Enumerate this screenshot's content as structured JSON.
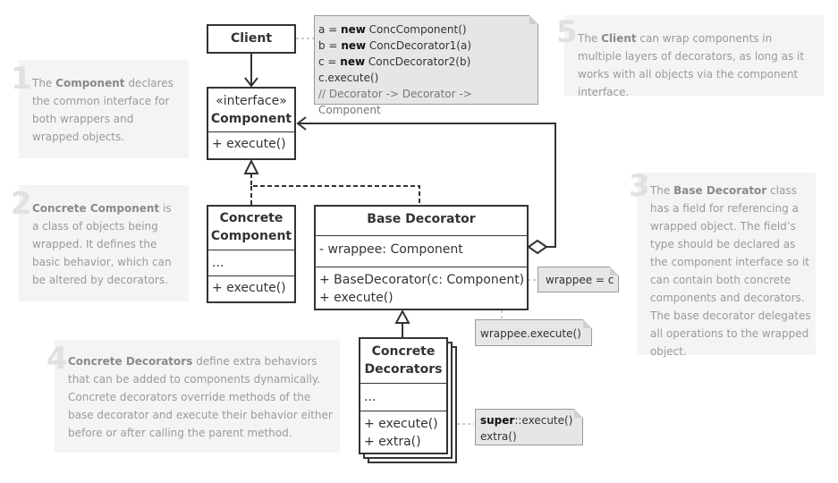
{
  "client_box": {
    "label": "Client"
  },
  "client_note": {
    "line1_pre": "a = ",
    "line1_kw": "new",
    "line1_post": " ConcComponent()",
    "line2_pre": "b = ",
    "line2_kw": "new",
    "line2_post": " ConcDecorator1(a)",
    "line3_pre": "c = ",
    "line3_kw": "new",
    "line3_post": " ConcDecorator2(b)",
    "line4": "c.execute()",
    "line5": "// Decorator -> Decorator -> Component"
  },
  "component_box": {
    "stereotype": "«interface»",
    "name": "Component",
    "method": "+ execute()"
  },
  "concrete_component_box": {
    "name_line1": "Concrete",
    "name_line2": "Component",
    "fields": "...",
    "method": "+ execute()"
  },
  "base_decorator_box": {
    "name": "Base Decorator",
    "field": "- wrappee: Component",
    "method1": "+ BaseDecorator(c: Component)",
    "method2": "+ execute()"
  },
  "concrete_decorators_box": {
    "name_line1": "Concrete",
    "name_line2": "Decorators",
    "fields": "...",
    "method1": "+ execute()",
    "method2": "+ extra()"
  },
  "notes": {
    "wrappee_assign": "wrappee = c",
    "wrappee_execute": "wrappee.execute()",
    "super_kw": "super",
    "super_rest": "::execute()",
    "extra": "extra()"
  },
  "callouts": {
    "c1": {
      "num": "1",
      "pre": "The ",
      "bold": "Component",
      "post": " declares the common interface for both wrappers and wrapped objects."
    },
    "c2": {
      "num": "2",
      "pre": "",
      "bold": "Concrete Component",
      "post": " is a class of objects being wrapped. It defines the basic behavior, which can be altered by decorators."
    },
    "c3": {
      "num": "3",
      "pre": "The ",
      "bold": "Base Decorator",
      "post": " class has a field for referencing a wrapped object. The field’s type should be declared as the component interface so it can contain both concrete components and decorators. The base decorator delegates all operations to the wrapped object."
    },
    "c4": {
      "num": "4",
      "pre": "",
      "bold": "Concrete Decorators",
      "post": " define extra behaviors that can be added to components dynamically. Concrete decorators override methods of the base decorator and execute their behavior either before or after calling the parent method."
    },
    "c5": {
      "num": "5",
      "pre": "The ",
      "bold": "Client",
      "post": " can wrap components in multiple layers of decorators, as long as it works with all objects via the component interface."
    }
  }
}
